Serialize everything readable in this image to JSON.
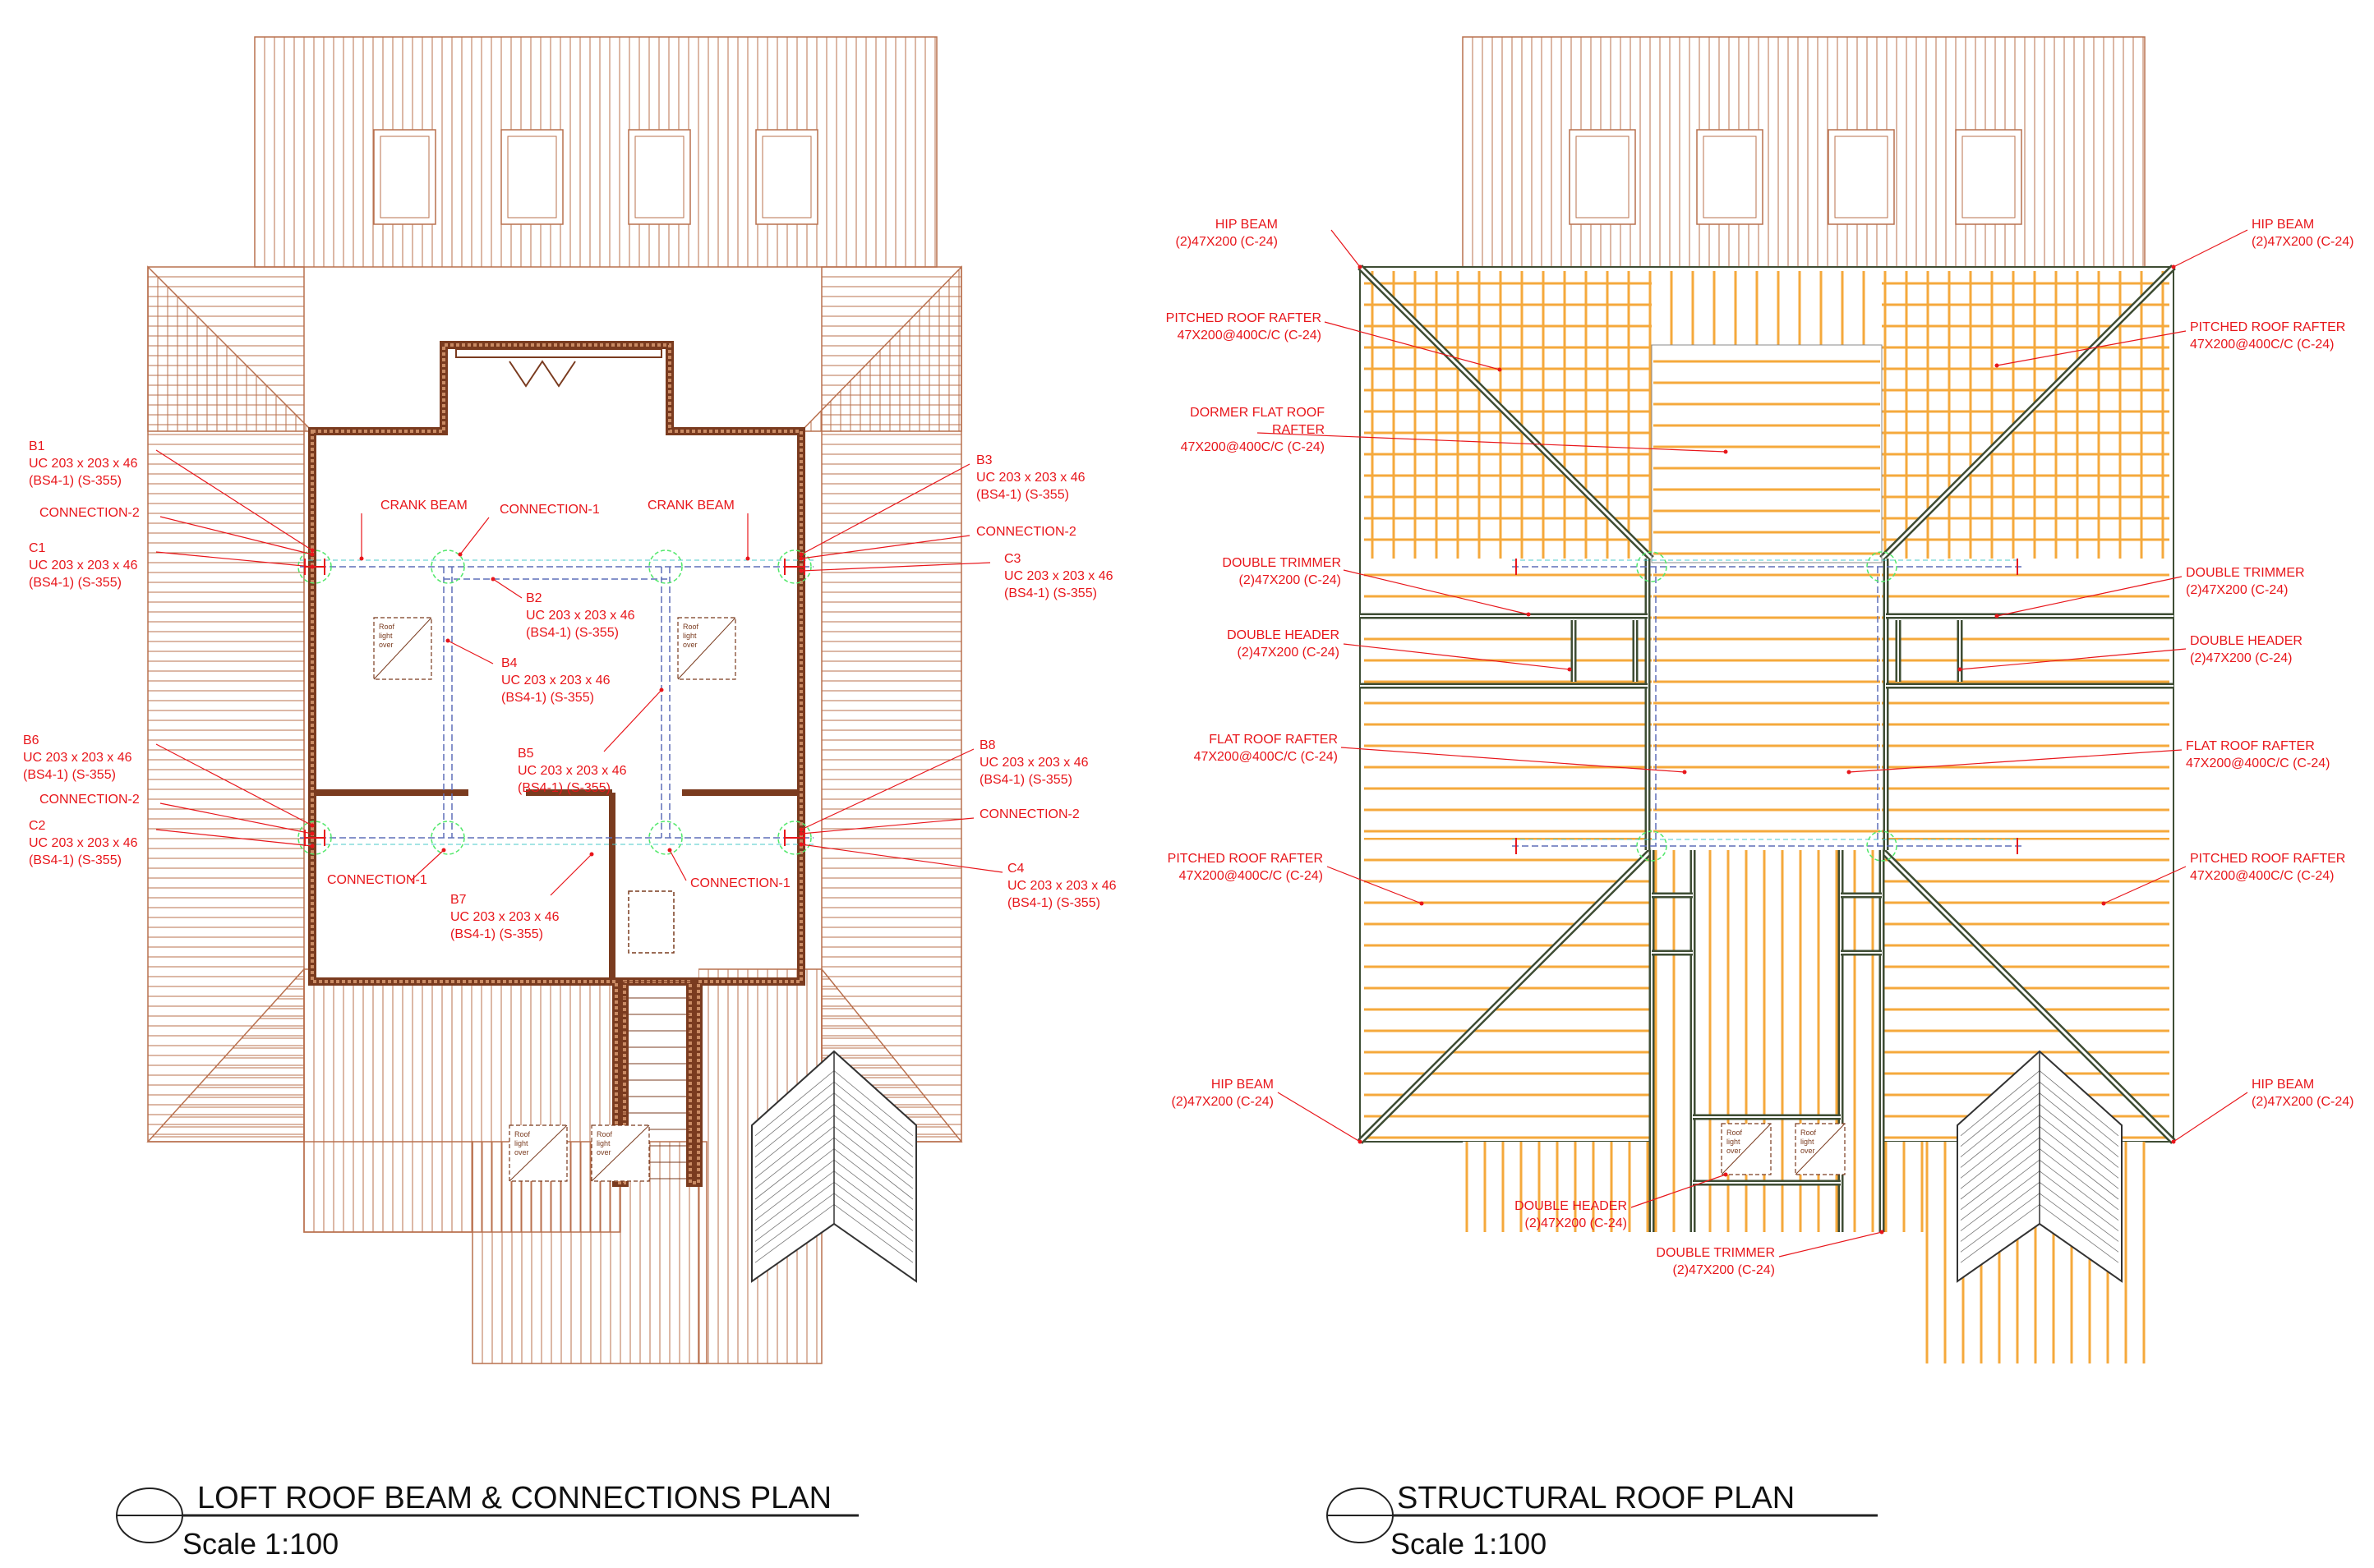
{
  "colors": {
    "roof_line": "#b9704e",
    "wall": "#7a3b1f",
    "annotation": "#e8161b",
    "timber": "#f5a93c",
    "beam_dash": "#5e6fb8",
    "connection": "#51e86a",
    "trimmer": "#3e4d34"
  },
  "plans": [
    {
      "title": "LOFT ROOF BEAM & CONNECTIONS PLAN",
      "scale": "Scale 1:100",
      "roof_light_text": [
        "Roof",
        "light",
        "over"
      ],
      "labels": [
        {
          "id": "b1",
          "lines": [
            "B1",
            "UC 203 x 203 x 46",
            "(BS4-1) (S-355)"
          ]
        },
        {
          "id": "conn2-tl",
          "lines": [
            "CONNECTION-2"
          ]
        },
        {
          "id": "c1",
          "lines": [
            "C1",
            "UC 203 x 203 x 46",
            "(BS4-1) (S-355)"
          ]
        },
        {
          "id": "crank-l",
          "lines": [
            "CRANK BEAM"
          ]
        },
        {
          "id": "conn1-t",
          "lines": [
            "CONNECTION-1"
          ]
        },
        {
          "id": "crank-r",
          "lines": [
            "CRANK BEAM"
          ]
        },
        {
          "id": "b3",
          "lines": [
            "B3",
            "UC 203 x 203 x 46",
            "(BS4-1) (S-355)"
          ]
        },
        {
          "id": "conn2-tr",
          "lines": [
            "CONNECTION-2"
          ]
        },
        {
          "id": "c3",
          "lines": [
            "C3",
            "UC 203 x 203 x 46",
            "(BS4-1) (S-355)"
          ]
        },
        {
          "id": "b2",
          "lines": [
            "B2",
            "UC 203 x 203 x 46",
            "(BS4-1) (S-355)"
          ]
        },
        {
          "id": "b4",
          "lines": [
            "B4",
            "UC 203 x 203 x 46",
            "(BS4-1) (S-355)"
          ]
        },
        {
          "id": "b5",
          "lines": [
            "B5",
            "UC 203 x 203 x 46",
            "(BS4-1) (S-355)"
          ]
        },
        {
          "id": "b6",
          "lines": [
            "B6",
            "UC 203 x 203 x 46",
            "(BS4-1) (S-355)"
          ]
        },
        {
          "id": "conn2-bl",
          "lines": [
            "CONNECTION-2"
          ]
        },
        {
          "id": "c2",
          "lines": [
            "C2",
            "UC 203 x 203 x 46",
            "(BS4-1) (S-355)"
          ]
        },
        {
          "id": "conn1-bl",
          "lines": [
            "CONNECTION-1"
          ]
        },
        {
          "id": "b7",
          "lines": [
            "B7",
            "UC 203 x 203 x 46",
            "(BS4-1) (S-355)"
          ]
        },
        {
          "id": "conn1-br",
          "lines": [
            "CONNECTION-1"
          ]
        },
        {
          "id": "b8",
          "lines": [
            "B8",
            "UC 203 x 203 x 46",
            "(BS4-1) (S-355)"
          ]
        },
        {
          "id": "conn2-br",
          "lines": [
            "CONNECTION-2"
          ]
        },
        {
          "id": "c4",
          "lines": [
            "C4",
            "UC 203 x 203 x 46",
            "(BS4-1) (S-355)"
          ]
        }
      ]
    },
    {
      "title": "STRUCTURAL ROOF PLAN",
      "scale": "Scale 1:100",
      "roof_light_text": [
        "Roof",
        "light",
        "over"
      ],
      "labels": [
        {
          "id": "hip-tl",
          "lines": [
            "HIP BEAM",
            "(2)47X200 (C-24)"
          ]
        },
        {
          "id": "hip-tr",
          "lines": [
            "HIP BEAM",
            "(2)47X200 (C-24)"
          ]
        },
        {
          "id": "prr-tl",
          "lines": [
            "PITCHED ROOF RAFTER",
            "47X200@400C/C (C-24)"
          ]
        },
        {
          "id": "prr-tr",
          "lines": [
            "PITCHED ROOF RAFTER",
            "47X200@400C/C (C-24)"
          ]
        },
        {
          "id": "dfr",
          "lines": [
            "DORMER FLAT ROOF",
            "RAFTER",
            "47X200@400C/C (C-24)"
          ]
        },
        {
          "id": "dt-l",
          "lines": [
            "DOUBLE TRIMMER",
            "(2)47X200 (C-24)"
          ]
        },
        {
          "id": "dt-r",
          "lines": [
            "DOUBLE TRIMMER",
            "(2)47X200 (C-24)"
          ]
        },
        {
          "id": "dh-l",
          "lines": [
            "DOUBLE HEADER",
            "(2)47X200 (C-24)"
          ]
        },
        {
          "id": "dh-r",
          "lines": [
            "DOUBLE HEADER",
            "(2)47X200 (C-24)"
          ]
        },
        {
          "id": "frr-l",
          "lines": [
            "FLAT ROOF RAFTER",
            "47X200@400C/C (C-24)"
          ]
        },
        {
          "id": "frr-r",
          "lines": [
            "FLAT ROOF RAFTER",
            "47X200@400C/C (C-24)"
          ]
        },
        {
          "id": "prr-bl",
          "lines": [
            "PITCHED ROOF RAFTER",
            "47X200@400C/C (C-24)"
          ]
        },
        {
          "id": "prr-br",
          "lines": [
            "PITCHED ROOF RAFTER",
            "47X200@400C/C (C-24)"
          ]
        },
        {
          "id": "hip-bl",
          "lines": [
            "HIP BEAM",
            "(2)47X200 (C-24)"
          ]
        },
        {
          "id": "hip-br",
          "lines": [
            "HIP BEAM",
            "(2)47X200 (C-24)"
          ]
        },
        {
          "id": "dh-b",
          "lines": [
            "DOUBLE HEADER",
            "(2)47X200 (C-24)"
          ]
        },
        {
          "id": "dt-b",
          "lines": [
            "DOUBLE TRIMMER",
            "(2)47X200 (C-24)"
          ]
        }
      ]
    }
  ]
}
